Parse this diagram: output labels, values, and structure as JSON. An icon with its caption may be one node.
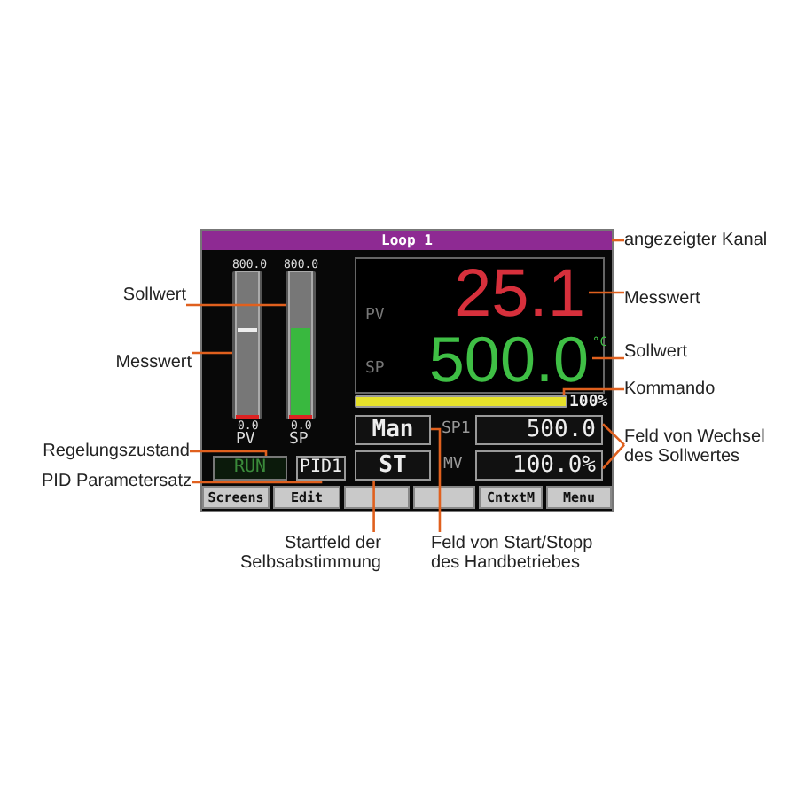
{
  "diagram": {
    "nodes": [
      {
        "text": [
          "Loop 1"
        ]
      },
      {
        "text": [],
        "shape": "bar"
      },
      {
        "text": [],
        "shape": "bar"
      },
      {
        "text": [
          "PV",
          "SP"
        ]
      },
      {
        "text": [
          "25.1"
        ],
        "in": 3
      },
      {
        "text": [
          "500.0"
        ],
        "in": 3,
        "beside": [
          "°C"
        ]
      },
      {
        "text": [],
        "shape": "bar",
        "beside": [
          "100%"
        ]
      },
      {
        "text": [
          "Man"
        ]
      },
      {
        "text": [
          "500.0"
        ],
        "beside": [
          "SP1"
        ]
      },
      {
        "text": [
          "RUN"
        ]
      },
      {
        "text": [
          "PID1"
        ]
      },
      {
        "text": [
          "ST"
        ]
      },
      {
        "text": [
          "100.0%"
        ],
        "beside": [
          "MV"
        ]
      },
      {
        "text": [
          "Screens"
        ]
      },
      {
        "text": [
          "Edit"
        ]
      },
      {
        "text": [],
        "shape": "box"
      },
      {
        "text": [],
        "shape": "box"
      },
      {
        "text": [
          "CntxtM"
        ]
      },
      {
        "text": [
          "Menu"
        ]
      },
      {
        "text": [
          "angezeigter Kanal"
        ]
      },
      {
        "text": [
          "Sollwert"
        ]
      },
      {
        "text": [
          "Messwert"
        ]
      },
      {
        "text": [
          "Messwert"
        ]
      },
      {
        "text": [
          "Sollwert"
        ]
      },
      {
        "text": [
          "Kommando"
        ]
      },
      {
        "text": [
          "Regelungszustand"
        ]
      },
      {
        "text": [
          "PID Parametersatz"
        ]
      },
      {
        "text": [
          "Feld von Wechsel des Sollwertes"
        ]
      },
      {
        "text": [
          "Startfeld der Selbsabstimmung"
        ]
      },
      {
        "text": [
          "Feld von Start/Stopp des Handbetriebes"
        ]
      }
    ],
    "edges": [
      {
        "from": 19,
        "to": 0,
        "arrow": "none"
      },
      {
        "from": 20,
        "to": 2,
        "arrow": "none"
      },
      {
        "from": 21,
        "to": 1,
        "arrow": "none"
      },
      {
        "from": 22,
        "to": 4,
        "arrow": "none"
      },
      {
        "from": 23,
        "to": 5,
        "arrow": "none"
      },
      {
        "from": 24,
        "to": 6,
        "arrow": "none"
      },
      {
        "from": 25,
        "to": 9,
        "arrow": "none"
      },
      {
        "from": 26,
        "to": 10,
        "arrow": "none"
      },
      {
        "from": 27,
        "to": 8,
        "arrow": "none"
      },
      {
        "from": 27,
        "to": 12,
        "arrow": "none"
      },
      {
        "from": 28,
        "to": 11,
        "arrow": "none"
      },
      {
        "from": 29,
        "to": 7,
        "arrow": "none"
      }
    ],
    "labels": [
      "800.0",
      "800.0",
      "0.0",
      "0.0",
      "PV",
      "SP"
    ]
  }
}
